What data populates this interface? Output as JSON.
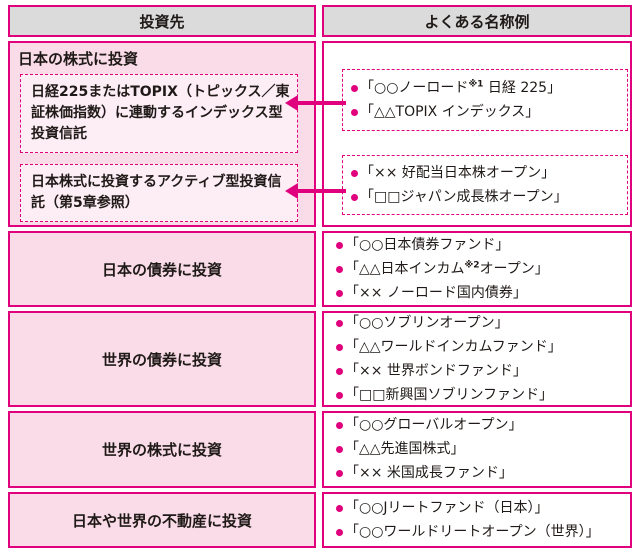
{
  "colors": {
    "accent": "#e0007d",
    "pink_bg": "#fadce9",
    "box_bg": "#fdeef6",
    "header_bg": "#dbdbdc"
  },
  "header": {
    "investment": "投資先",
    "examples": "よくある名称例"
  },
  "row_stock_japan": {
    "label": "日本の株式に投資",
    "index_box": "日経225またはTOPIX（トピックス／東証株価指数）に連動するインデックス型投資信託",
    "active_box": "日本株式に投資するアクティブ型投資信託（第5章参照）",
    "index_examples": [
      {
        "pre": "「○○ノーロード",
        "sup": "※1",
        "post": " 日経 225」"
      },
      {
        "pre": "「△△TOPIX インデックス」",
        "sup": "",
        "post": ""
      }
    ],
    "active_examples": [
      {
        "pre": "「×× 好配当日本株オープン」",
        "sup": "",
        "post": ""
      },
      {
        "pre": "「□□ジャパン成長株オープン」",
        "sup": "",
        "post": ""
      }
    ]
  },
  "row_bond_japan": {
    "label": "日本の債券に投資",
    "examples": [
      {
        "pre": "「○○日本債券ファンド」",
        "sup": "",
        "post": ""
      },
      {
        "pre": "「△△日本インカム",
        "sup": "※2",
        "post": "オープン」"
      },
      {
        "pre": "「×× ノーロード国内債券」",
        "sup": "",
        "post": ""
      }
    ]
  },
  "row_bond_world": {
    "label": "世界の債券に投資",
    "examples": [
      {
        "pre": "「○○ソブリンオープン」",
        "sup": "",
        "post": ""
      },
      {
        "pre": "「△△ワールドインカムファンド」",
        "sup": "",
        "post": ""
      },
      {
        "pre": "「×× 世界ボンドファンド」",
        "sup": "",
        "post": ""
      },
      {
        "pre": "「□□新興国ソブリンファンド」",
        "sup": "",
        "post": ""
      }
    ]
  },
  "row_stock_world": {
    "label": "世界の株式に投資",
    "examples": [
      {
        "pre": "「○○グローバルオープン」",
        "sup": "",
        "post": ""
      },
      {
        "pre": "「△△先進国株式」",
        "sup": "",
        "post": ""
      },
      {
        "pre": "「×× 米国成長ファンド」",
        "sup": "",
        "post": ""
      }
    ]
  },
  "row_reit": {
    "label": "日本や世界の不動産に投資",
    "examples": [
      {
        "pre": "「○○Jリートファンド（日本）」",
        "sup": "",
        "post": ""
      },
      {
        "pre": "「○○ワールドリートオープン（世界）」",
        "sup": "",
        "post": ""
      }
    ]
  }
}
